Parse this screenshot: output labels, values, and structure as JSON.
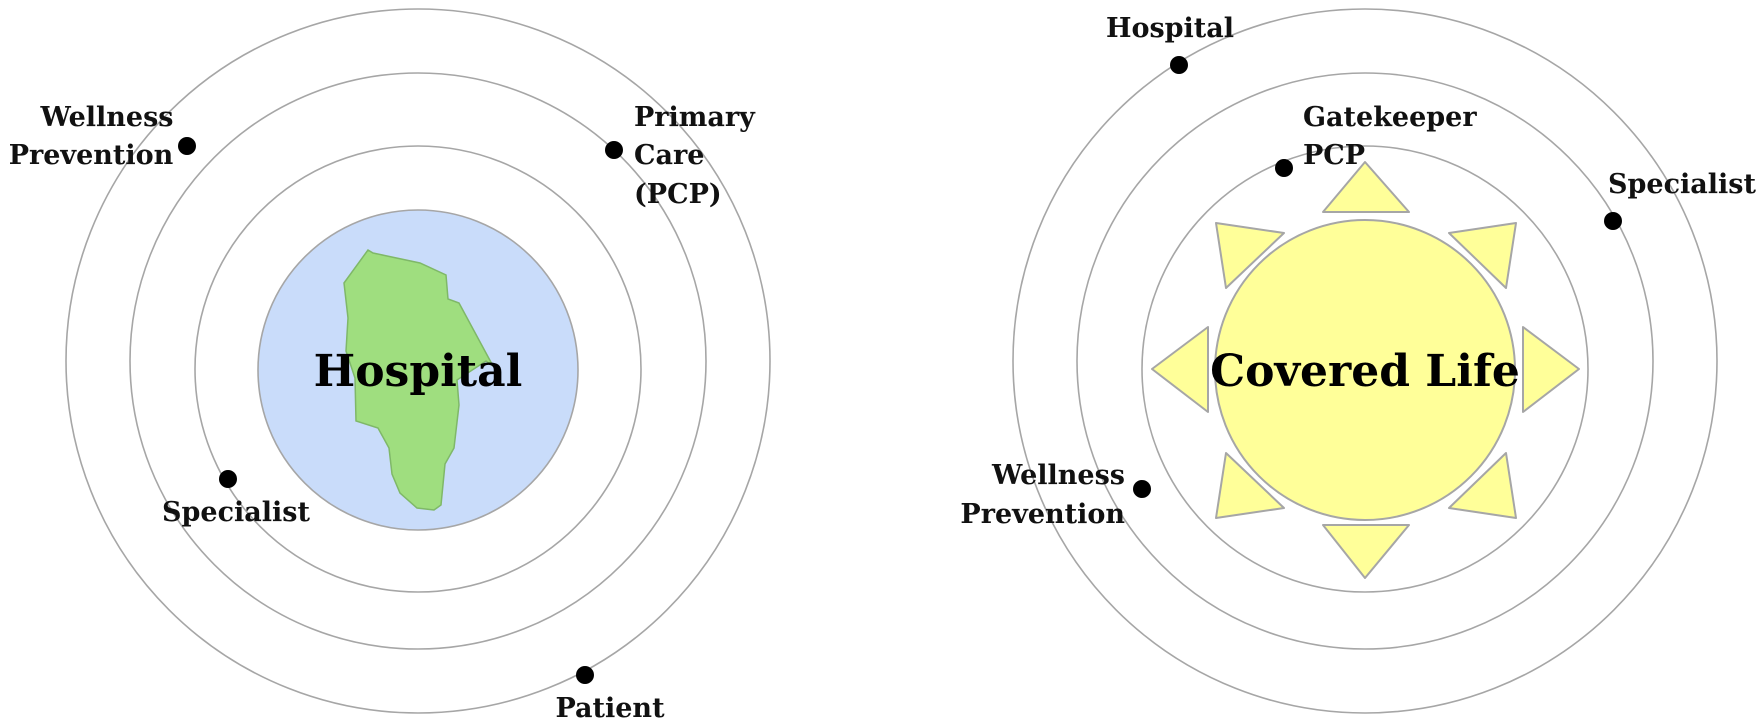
{
  "diagrams": [
    {
      "center_label": "Hospital",
      "nodes": [
        {
          "lines": [
            "Wellness",
            "Prevention"
          ]
        },
        {
          "lines": [
            "Primary",
            "Care",
            "(PCP)"
          ]
        },
        {
          "lines": [
            "Specialist"
          ]
        },
        {
          "lines": [
            "Patient"
          ]
        }
      ],
      "colors": {
        "center_fill": "#c9dcfa",
        "landmass": "#9fde7f"
      }
    },
    {
      "center_label": "Covered Life",
      "nodes": [
        {
          "lines": [
            "Hospital"
          ]
        },
        {
          "lines": [
            "Gatekeeper",
            "PCP"
          ]
        },
        {
          "lines": [
            "Specialist"
          ]
        },
        {
          "lines": [
            "Wellness",
            "Prevention"
          ]
        }
      ],
      "colors": {
        "center_fill": "#ffff99",
        "rays": "#ffff99"
      }
    }
  ]
}
